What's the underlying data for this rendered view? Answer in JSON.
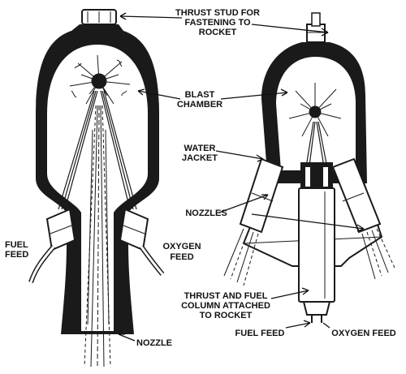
{
  "labels": {
    "thrust_stud": [
      "THRUST STUD FOR",
      "FASTENING TO",
      "ROCKET"
    ],
    "blast_chamber": [
      "BLAST",
      "CHAMBER"
    ],
    "water_jacket": [
      "WATER",
      "JACKET"
    ],
    "nozzles": "NOZZLES",
    "fuel_feed_left": [
      "FUEL",
      "FEED"
    ],
    "oxygen_feed_left": [
      "OXYGEN",
      "FEED"
    ],
    "nozzle": "NOZZLE",
    "thrust_column": [
      "THRUST AND FUEL",
      "COLUMN ATTACHED",
      "TO ROCKET"
    ],
    "fuel_feed_right": "FUEL FEED",
    "oxygen_feed_right": "OXYGEN FEED"
  },
  "colors": {
    "ink": "#1a1a1a",
    "paper": "#ffffff"
  }
}
